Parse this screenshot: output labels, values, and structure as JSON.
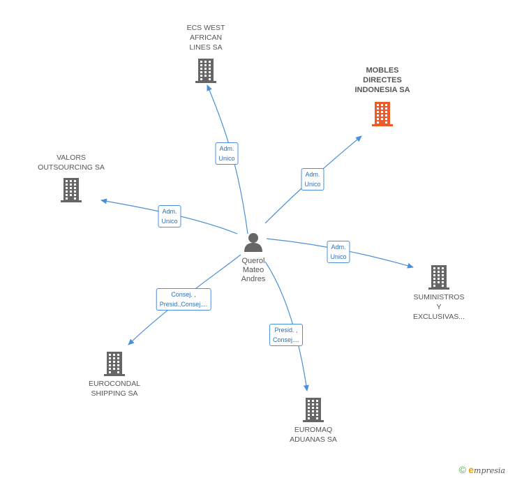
{
  "colors": {
    "edge": "#4a8fd8",
    "building": "#666666",
    "building_highlight": "#f05a28",
    "person": "#666666"
  },
  "center": {
    "name_lines": [
      "Querol",
      "Mateo",
      "Andres"
    ]
  },
  "companies": [
    {
      "id": "ecs",
      "name_lines": [
        "ECS WEST",
        "AFRICAN",
        "LINES SA"
      ],
      "highlight": false
    },
    {
      "id": "mobles",
      "name_lines": [
        "MOBLES",
        "DIRECTES",
        "INDONESIA SA"
      ],
      "highlight": true
    },
    {
      "id": "valors",
      "name_lines": [
        "VALORS",
        "OUTSOURCING SA"
      ],
      "highlight": false
    },
    {
      "id": "suministros",
      "name_lines": [
        "SUMINISTROS",
        "Y",
        "EXCLUSIVAS..."
      ],
      "highlight": false
    },
    {
      "id": "eurocondal",
      "name_lines": [
        "EUROCONDAL",
        "SHIPPING SA"
      ],
      "highlight": false
    },
    {
      "id": "euromaq",
      "name_lines": [
        "EUROMAQ",
        "ADUANAS SA"
      ],
      "highlight": false
    }
  ],
  "edges": [
    {
      "to": "ecs",
      "label_lines": [
        "Adm.",
        "Unico"
      ]
    },
    {
      "to": "mobles",
      "label_lines": [
        "Adm.",
        "Unico"
      ]
    },
    {
      "to": "valors",
      "label_lines": [
        "Adm.",
        "Unico"
      ]
    },
    {
      "to": "suministros",
      "label_lines": [
        "Adm.",
        "Unico"
      ]
    },
    {
      "to": "eurocondal",
      "label_lines": [
        "Consej. ,",
        "Presid.,Consej...."
      ]
    },
    {
      "to": "euromaq",
      "label_lines": [
        "Presid. ,",
        "Consej...."
      ]
    }
  ],
  "footer": {
    "copyright": "©",
    "brand_initial": "e",
    "brand_rest": "mpresia"
  }
}
